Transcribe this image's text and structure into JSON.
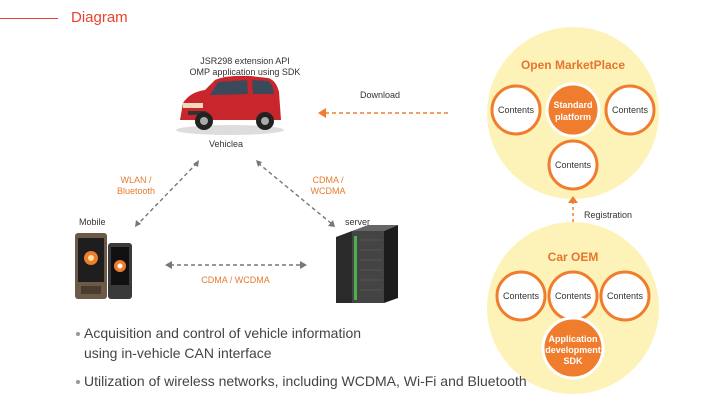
{
  "header": {
    "title": "Diagram"
  },
  "vehicle": {
    "api_line1": "JSR298 extension API",
    "api_line2": "OMP application using SDK",
    "label": "Vehiclea"
  },
  "mobile": {
    "label": "Mobile"
  },
  "server": {
    "label": "server"
  },
  "connections": {
    "wlan_line1": "WLAN /",
    "wlan_line2": "Bluetooth",
    "cdma_top_line1": "CDMA /",
    "cdma_top_line2": "WCDMA",
    "cdma_bottom": "CDMA / WCDMA",
    "download": "Download",
    "registration": "Registration"
  },
  "marketplace": {
    "title": "Open MarketPlace",
    "left": "Contents",
    "center_line1": "Standard",
    "center_line2": "platform",
    "right": "Contents",
    "bottom": "Contents"
  },
  "oem": {
    "title": "Car OEM",
    "left": "Contents",
    "center": "Contents",
    "right": "Contents",
    "bottom_line1": "Application",
    "bottom_line2": "development",
    "bottom_line3": "SDK"
  },
  "bullets": {
    "b1_line1": "Acquisition and control of vehicle information",
    "b1_line2": "using in-vehicle CAN interface",
    "b2": "Utilization of wireless networks, including WCDMA, Wi-Fi and Bluetooth"
  },
  "colors": {
    "accent": "#e8432e",
    "orange": "#f07d2e",
    "circle_fill": "#fdf3b8"
  }
}
